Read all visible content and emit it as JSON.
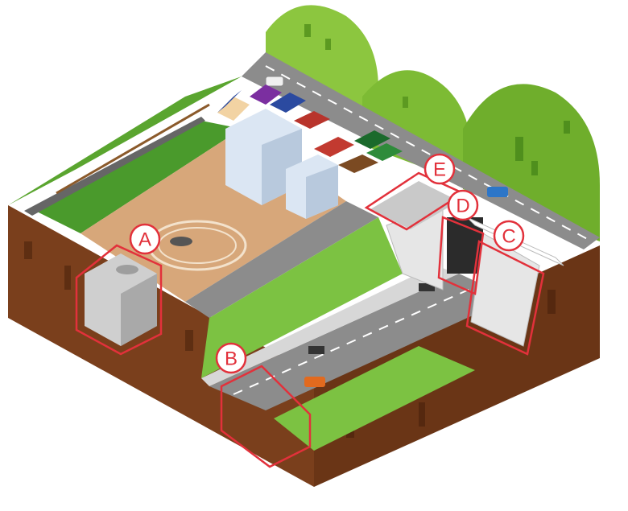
{
  "callouts": [
    {
      "id": "A",
      "label": "A",
      "color": "#e2313b"
    },
    {
      "id": "B",
      "label": "B",
      "color": "#e2313b"
    },
    {
      "id": "C",
      "label": "C",
      "color": "#e2313b"
    },
    {
      "id": "D",
      "label": "D",
      "color": "#e2313b"
    },
    {
      "id": "E",
      "label": "E",
      "color": "#e2313b"
    }
  ],
  "palette": {
    "soil": "#7a3f1c",
    "soil_dark": "#5e2e12",
    "grass": "#7cc242",
    "hill": "#6aaa2a",
    "road": "#8c8c8c",
    "sidewalk": "#d7d7d7",
    "schoolyard": "#d7a77a",
    "field": "#4a9a2c",
    "highlight": "#e2313b"
  }
}
